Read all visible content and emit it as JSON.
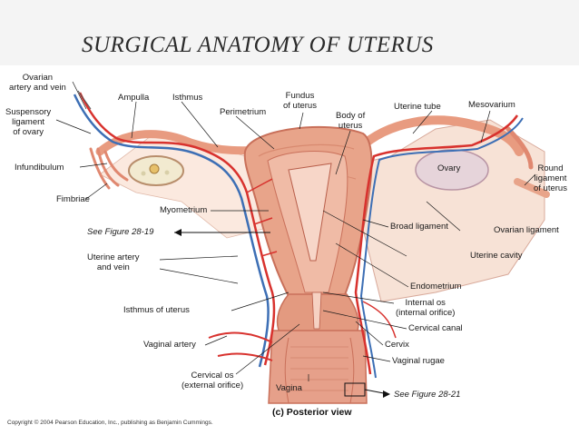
{
  "title": "SURGICAL ANATOMY OF UTERUS",
  "labels": {
    "ovarian_artery_vein": "Ovarian\nartery and vein",
    "suspensory_ligament": "Suspensory\nligament\nof ovary",
    "infundibulum": "Infundibulum",
    "fimbriae": "Fimbriae",
    "ampulla": "Ampulla",
    "isthmus": "Isthmus",
    "perimetrium": "Perimetrium",
    "fundus": "Fundus\nof uterus",
    "body": "Body of\nuterus",
    "uterine_tube": "Uterine tube",
    "mesovarium": "Mesovarium",
    "ovary": "Ovary",
    "round_ligament": "Round\nligament\nof uterus",
    "myometrium": "Myometrium",
    "broad_ligament": "Broad ligament",
    "ovarian_ligament": "Ovarian ligament",
    "uterine_cavity": "Uterine cavity",
    "uterine_artery_vein": "Uterine artery\nand vein",
    "endometrium": "Endometrium",
    "isthmus_uterus": "Isthmus of uterus",
    "internal_os": "Internal os\n(internal orifice)",
    "cervical_canal": "Cervical canal",
    "vaginal_artery": "Vaginal artery",
    "cervix": "Cervix",
    "vaginal_rugae": "Vaginal rugae",
    "cervical_os": "Cervical os\n(external orifice)",
    "vagina": "Vagina"
  },
  "see_figure_1": "See Figure 28-19",
  "see_figure_2": "See Figure 28-21",
  "view_label": "(c) Posterior view",
  "copyright": "Copyright © 2004 Pearson Education, Inc., publishing as Benjamin Cummings.",
  "colors": {
    "uterus": "#e8a48a",
    "uterus_dark": "#c9705a",
    "cavity": "#f3c8b8",
    "broad_ligament": "#f7e2d6",
    "artery": "#d8322e",
    "vein": "#3d6fb5",
    "ovary": "#e6d4da"
  }
}
